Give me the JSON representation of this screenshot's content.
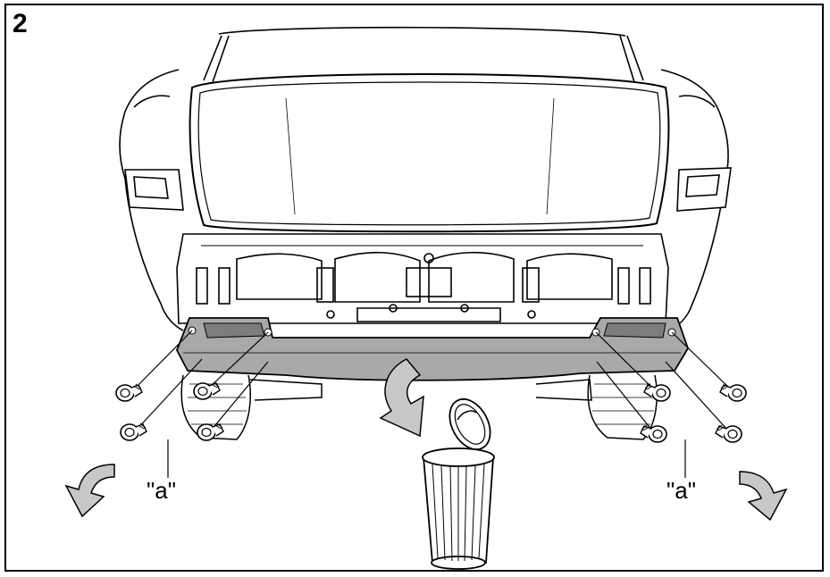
{
  "figure": {
    "step_number": "2",
    "callouts": {
      "left": "\"a\"",
      "right": "\"a\""
    }
  },
  "colors": {
    "line": "#000000",
    "bumper_fill": "#a9a9a9",
    "background": "#ffffff"
  },
  "icons": [
    "bolt-icon",
    "curved-arrow-icon",
    "trash-can-icon"
  ]
}
